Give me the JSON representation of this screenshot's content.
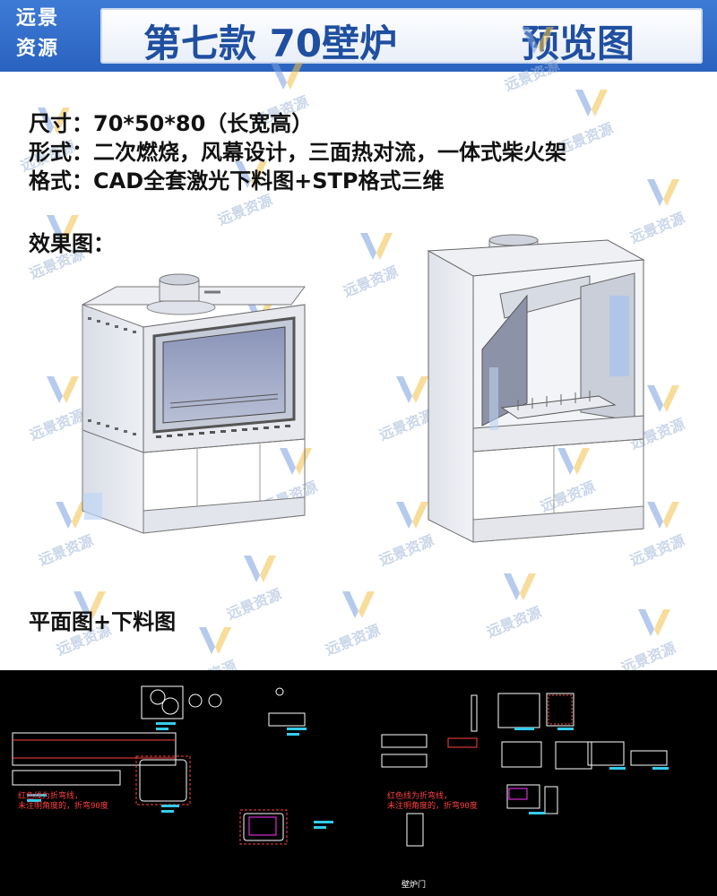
{
  "logo": {
    "line1": "远景",
    "line2": "资源"
  },
  "header": {
    "title": "第七款 70壁炉",
    "subtitle": "预览图"
  },
  "specs": [
    {
      "label": "尺寸：",
      "value": "70*50*80（长宽高）"
    },
    {
      "label": "形式：",
      "value": "二次燃烧，风幕设计，三面热对流，一体式柴火架"
    },
    {
      "label": "格式：",
      "value": "CAD全套激光下料图+STP格式三维"
    }
  ],
  "sections": {
    "effect": "效果图：",
    "plan": "平面图+下料图"
  },
  "watermark": "远景资源",
  "cad": {
    "note_left": [
      "红色线为折弯线，",
      "未注明角度的，折弯90度"
    ],
    "note_right": [
      "红色线为折弯线，",
      "未注明角度的，折弯90度"
    ],
    "file_label": "壁炉门"
  },
  "colors": {
    "header_bg": "#2f6bcb",
    "title_text": "#1f4fa0",
    "cad_bg": "#000000",
    "cad_line_white": "#ffffff",
    "cad_line_red": "#ff4040",
    "cad_line_cyan": "#33ccee",
    "cad_line_magenta": "#ff33ff"
  }
}
